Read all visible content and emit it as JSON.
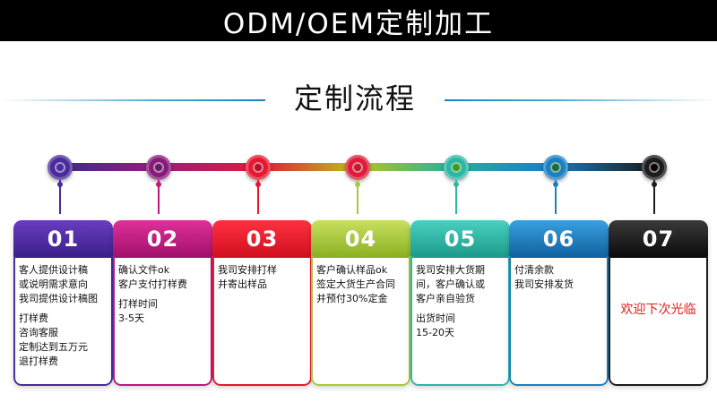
{
  "banner": {
    "title": "ODM/OEM定制加工"
  },
  "section": {
    "title": "定制流程"
  },
  "colors": {
    "step1": "#4a2a9c",
    "step2": "#c0187a",
    "step3": "#e8172f",
    "step4": "#a8c83a",
    "step5": "#2bb7a6",
    "step6": "#1a80c6",
    "step7": "#1c1c1c"
  },
  "steps": [
    {
      "number": "01",
      "lines1": "客人提供设计稿\n或说明需求意向\n我司提供设计稿图",
      "lines2": "打样费\n咨询客服\n定制达到五万元\n退打样费"
    },
    {
      "number": "02",
      "lines1": "确认文件ok\n客户支付打样费",
      "lines2": "打样时间\n3-5天"
    },
    {
      "number": "03",
      "lines1": "我司安排打样\n并寄出样品",
      "lines2": ""
    },
    {
      "number": "04",
      "lines1": "客户确认样品ok\n签定大货生产合同\n并预付30%定金",
      "lines2": ""
    },
    {
      "number": "05",
      "lines1": "我司安排大货期\n间，客户确认或\n客户亲自验货",
      "lines2": "出货时间\n15-20天"
    },
    {
      "number": "06",
      "lines1": "付清余款\n我司安排发货",
      "lines2": ""
    },
    {
      "number": "07",
      "lines1": "",
      "lines2": "",
      "welcome": "欢迎下次光临"
    }
  ]
}
